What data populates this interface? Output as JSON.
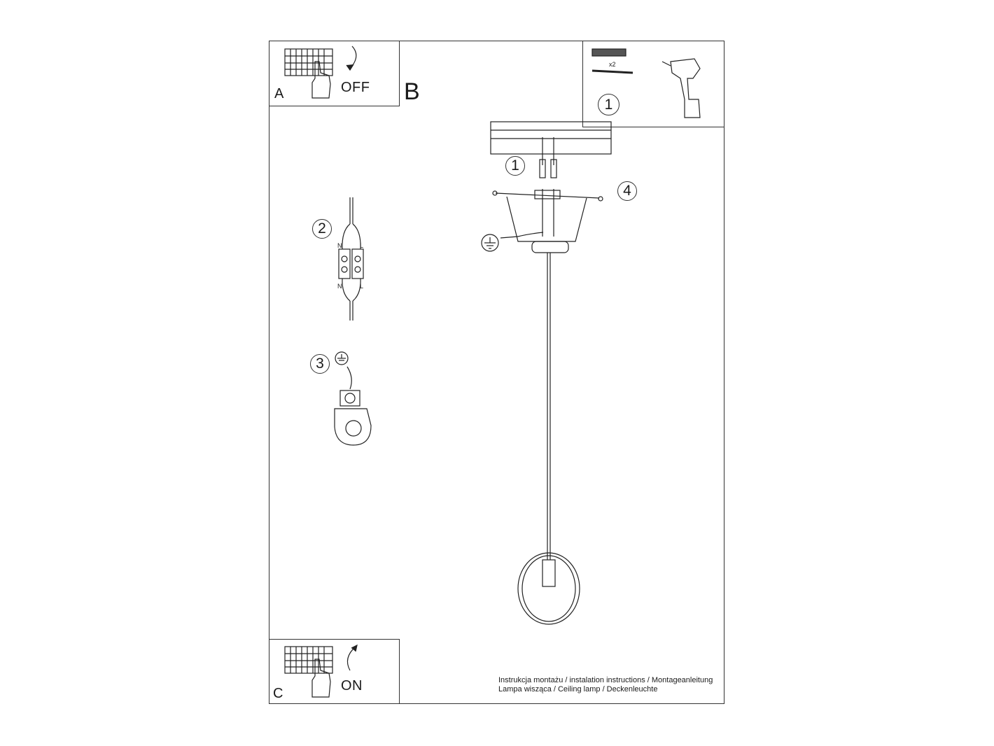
{
  "panels": {
    "a": {
      "label": "A",
      "action": "OFF"
    },
    "b": {
      "label": "B"
    },
    "c": {
      "label": "C",
      "action": "ON"
    }
  },
  "callouts": {
    "tools_step": "1",
    "dowel_step": "1",
    "screw_step": "4",
    "wiring_step": "2",
    "ground_step": "3"
  },
  "hardware": {
    "quantity": "x2"
  },
  "terminal": {
    "n_top": "N",
    "l_top": "L",
    "n_bottom": "N",
    "l_bottom": "L"
  },
  "footer": {
    "line1": "Instrukcja montażu / instalation instructions / Montageanleitung",
    "line2": "Lampa wisząca / Ceiling lamp / Deckenleuchte"
  },
  "colors": {
    "ink": "#1a1a1a",
    "paper": "#ffffff"
  },
  "icons": [
    "switch-panel-icon",
    "hand-icon",
    "curved-arrow-icon",
    "drill-icon",
    "dowel-icon",
    "ground-symbol-icon",
    "lamp-drawing",
    "terminal-block-icon",
    "ground-clamp-icon"
  ]
}
